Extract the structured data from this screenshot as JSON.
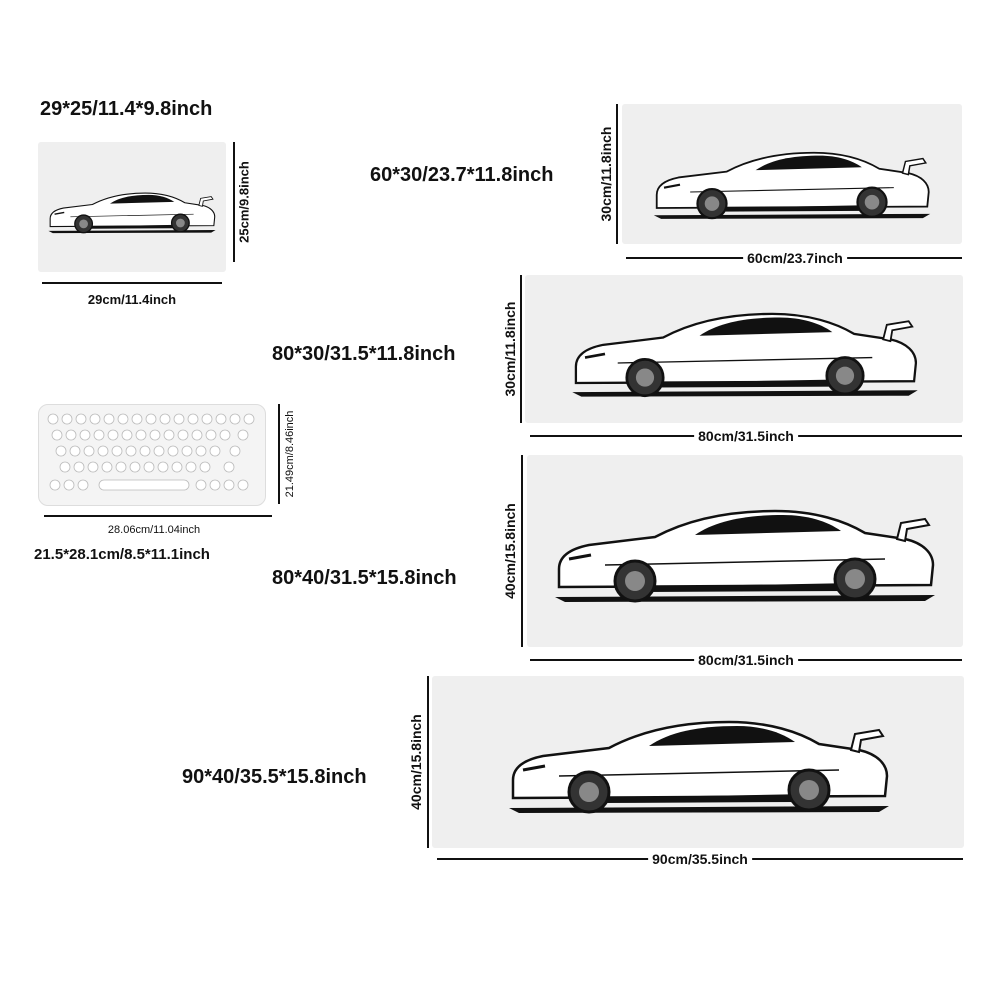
{
  "products": [
    {
      "title": "29*25/11.4*9.8inch",
      "width_label": "29cm/11.4inch",
      "height_label": "25cm/9.8inch"
    },
    {
      "title": "60*30/23.7*11.8inch",
      "width_label": "60cm/23.7inch",
      "height_label": "30cm/11.8inch"
    },
    {
      "title": "80*30/31.5*11.8inch",
      "width_label": "80cm/31.5inch",
      "height_label": "30cm/11.8inch"
    },
    {
      "title": "80*40/31.5*15.8inch",
      "width_label": "80cm/31.5inch",
      "height_label": "40cm/15.8inch"
    },
    {
      "title": "90*40/35.5*15.8inch",
      "width_label": "90cm/35.5inch",
      "height_label": "40cm/15.8inch"
    }
  ],
  "keyboard_reference": {
    "width_label": "28.06cm/11.04inch",
    "height_label": "21.49cm/8.46inch",
    "caption": "21.5*28.1cm/8.5*11.1inch"
  },
  "colors": {
    "mat_background": "#efefef",
    "car_body": "#ffffff",
    "car_outline": "#111111",
    "keyboard_body": "#f4f4f4"
  }
}
